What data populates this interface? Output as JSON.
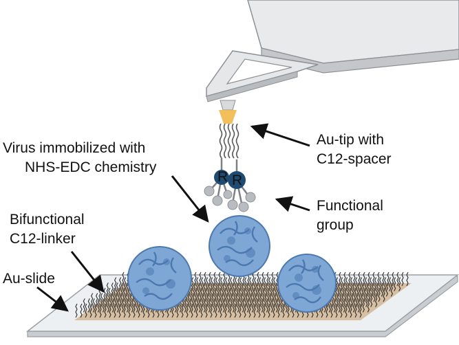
{
  "labels": {
    "au_tip": [
      "Au-tip with",
      "C12-spacer"
    ],
    "virus_immobilized": [
      "Virus immobilized with",
      "NHS-EDC chemistry"
    ],
    "functional_group": [
      "Functional",
      "group"
    ],
    "bifunctional_linker": [
      "Bifunctional",
      "C12-linker"
    ],
    "au_slide": "Au-slide",
    "r_group": "R"
  },
  "colors": {
    "cantilever_top": "#e9eaeb",
    "cantilever_side": "#c4c6c9",
    "cantilever_edge": "#8d9094",
    "tip_gold": "#f2b84a",
    "r_group_fill": "#1f4b73",
    "linker_atom": "#b8bcc0",
    "virus_fill": "#7fa7d6",
    "virus_shade": "#4c78b0",
    "slide_top": "#edf0f2",
    "slide_edge": "#c9cdd1",
    "gold_patch": "#d7bfa3",
    "linker_lawn": "#2a2a2a",
    "arrow": "#111111"
  }
}
